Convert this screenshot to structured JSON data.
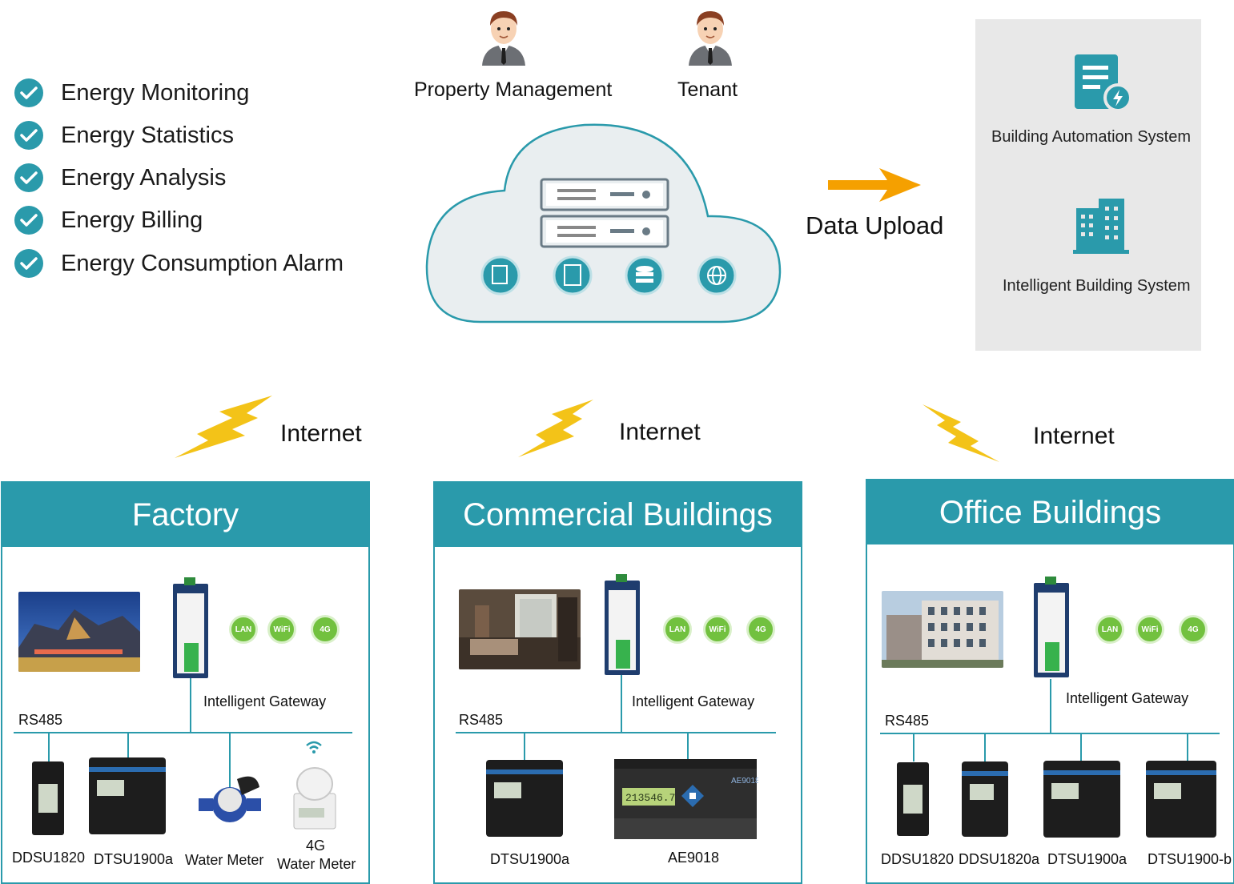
{
  "features": [
    "Energy Monitoring",
    "Energy Statistics",
    "Energy Analysis",
    "Energy Billing",
    "Energy Consumption Alarm"
  ],
  "roles": {
    "left": "Property Management",
    "right": "Tenant"
  },
  "cloud": {
    "icons": [
      "document-icon",
      "calculator-icon",
      "database-icon",
      "globe-icon"
    ]
  },
  "upload_label": "Data Upload",
  "systems": {
    "bas": "Building Automation System",
    "ibs": "Intelligent Building System"
  },
  "internet_label": "Internet",
  "cards": [
    {
      "title": "Factory",
      "gateway": "Intelligent Gateway",
      "bus": "RS485",
      "devices": [
        "DDSU1820",
        "DTSU1900a",
        "Water Meter",
        "4G",
        "Water Meter"
      ]
    },
    {
      "title": "Commercial Buildings",
      "gateway": "Intelligent Gateway",
      "bus": "RS485",
      "devices": [
        "DTSU1900a",
        "AE9018"
      ]
    },
    {
      "title": "Office Buildings",
      "gateway": "Intelligent Gateway",
      "bus": "RS485",
      "devices": [
        "DDSU1820",
        "DDSU1820a",
        "DTSU1900a",
        "DTSU1900-b"
      ]
    }
  ],
  "badges": [
    "LAN",
    "WiFi",
    "4G"
  ],
  "ae9018": {
    "brand": "AE9018",
    "lcd": "213546.7"
  },
  "colors": {
    "teal": "#2a9aab",
    "orange": "#f5a000",
    "bolt": "#f3c318",
    "panel": "#e8e8e8",
    "badge": "#72c13f"
  }
}
